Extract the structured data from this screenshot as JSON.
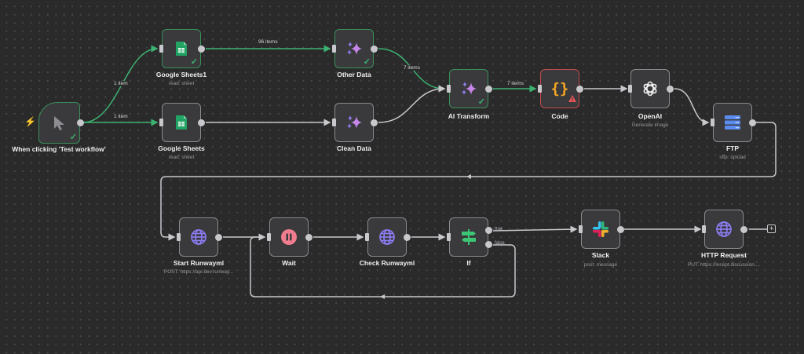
{
  "workflow": {
    "nodes": [
      {
        "id": "trigger",
        "label": "When clicking 'Test workflow'",
        "sub": "",
        "icon": "cursor-icon",
        "status": "success"
      },
      {
        "id": "sheets1",
        "label": "Google Sheets1",
        "sub": "read: sheet",
        "icon": "google-sheets-icon",
        "status": "success"
      },
      {
        "id": "sheets",
        "label": "Google Sheets",
        "sub": "read: sheet",
        "icon": "google-sheets-icon",
        "status": "none"
      },
      {
        "id": "other",
        "label": "Other Data",
        "sub": "",
        "icon": "ai-sparkle-icon",
        "status": "success"
      },
      {
        "id": "clean",
        "label": "Clean Data",
        "sub": "",
        "icon": "ai-sparkle-icon",
        "status": "none"
      },
      {
        "id": "aitransform",
        "label": "AI Transform",
        "sub": "",
        "icon": "ai-sparkle-icon",
        "status": "success"
      },
      {
        "id": "code",
        "label": "Code",
        "sub": "",
        "icon": "code-braces-icon",
        "status": "error"
      },
      {
        "id": "openai",
        "label": "OpenAI",
        "sub": "Generate image",
        "icon": "openai-icon",
        "status": "none"
      },
      {
        "id": "ftp",
        "label": "FTP",
        "sub": "sftp: upload",
        "icon": "server-icon",
        "status": "none"
      },
      {
        "id": "start",
        "label": "Start Runwayml",
        "sub": "POST: https://api.dev.runway...",
        "icon": "globe-icon",
        "status": "none"
      },
      {
        "id": "wait",
        "label": "Wait",
        "sub": "",
        "icon": "pause-icon",
        "status": "none"
      },
      {
        "id": "check",
        "label": "Check Runwayml",
        "sub": "",
        "icon": "globe-icon",
        "status": "none"
      },
      {
        "id": "if",
        "label": "If",
        "sub": "",
        "icon": "signpost-icon",
        "status": "none"
      },
      {
        "id": "slack",
        "label": "Slack",
        "sub": "post: message",
        "icon": "slack-icon",
        "status": "none"
      },
      {
        "id": "http",
        "label": "HTTP Request",
        "sub": "PUT: https://incept.discussion....",
        "icon": "globe-icon",
        "status": "none"
      }
    ],
    "edge_labels": {
      "trigger_to_sheets1": "1 item",
      "trigger_to_sheets": "1 item",
      "sheets1_to_other": "96 items",
      "other_to_ai": "7 items",
      "ai_to_code": "7 items"
    },
    "if_outputs": {
      "true": "true",
      "false": "false"
    },
    "add_node_symbol": "+",
    "colors": {
      "success": "#3cb371",
      "error": "#c14b4b",
      "default_edge": "#c8c8cc",
      "ai_purple": "#b87be6",
      "globe_purple": "#8b7cf0",
      "sheets_green": "#21a464",
      "code_orange": "#f5a623",
      "wait_pink": "#ef7d8f",
      "ftp_blue": "#5a8cf0",
      "if_green": "#3cc572"
    }
  }
}
